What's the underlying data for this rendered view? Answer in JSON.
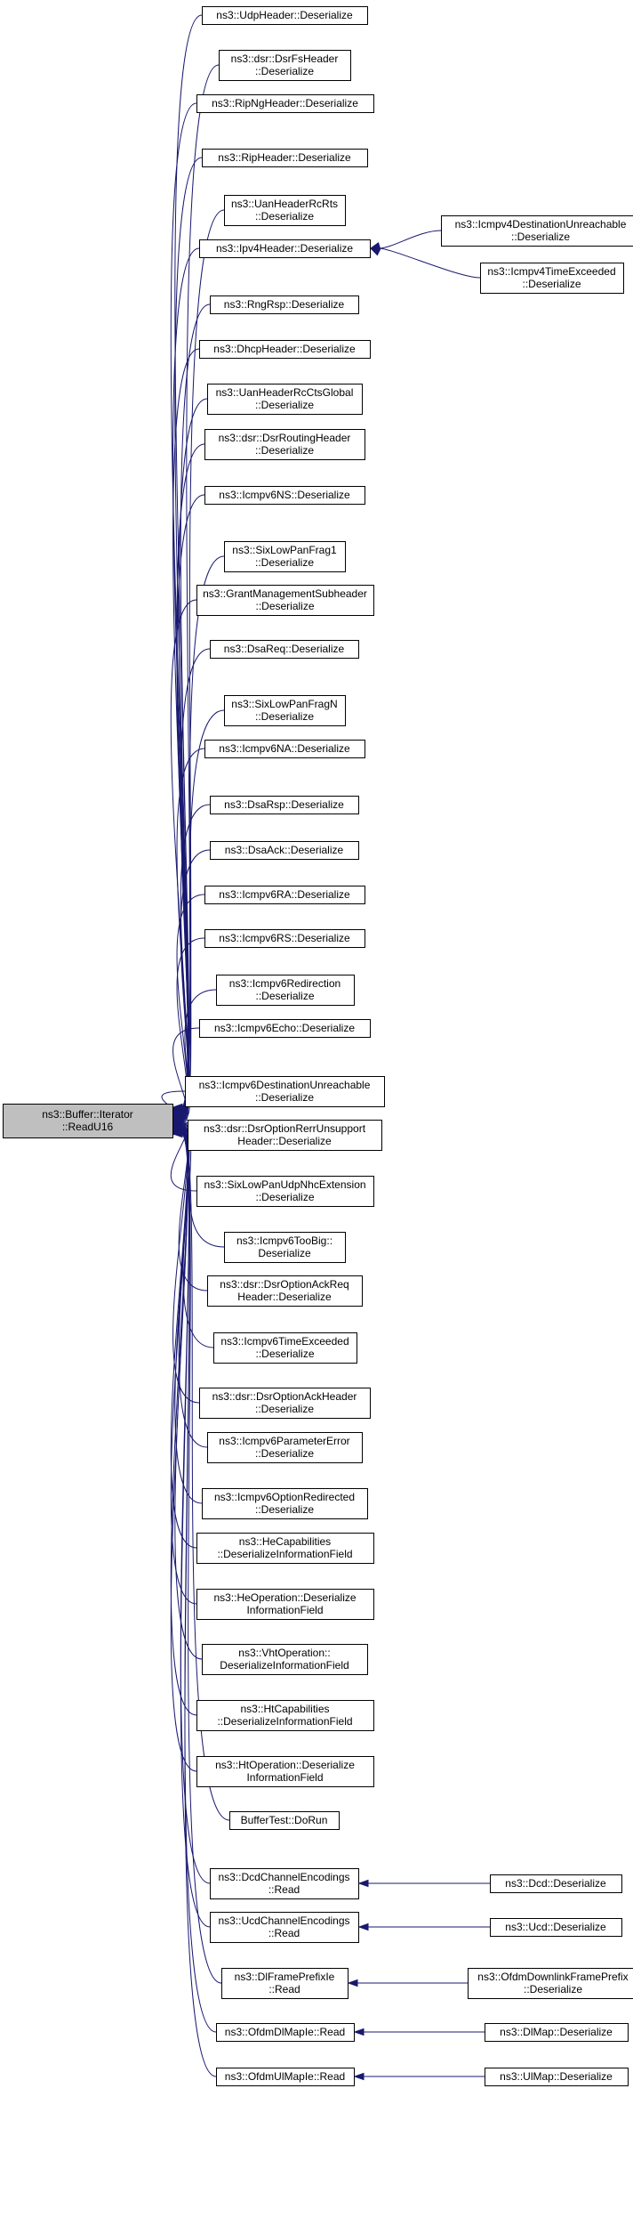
{
  "graph": {
    "root": {
      "id": "root",
      "lines": [
        "ns3::Buffer::Iterator",
        "::ReadU16"
      ]
    },
    "callers": [
      {
        "id": "n01",
        "lines": [
          "ns3::UdpHeader::Deserialize"
        ]
      },
      {
        "id": "n02",
        "lines": [
          "ns3::dsr::DsrFsHeader",
          "::Deserialize"
        ]
      },
      {
        "id": "n03",
        "lines": [
          "ns3::RipNgHeader::Deserialize"
        ]
      },
      {
        "id": "n04",
        "lines": [
          "ns3::RipHeader::Deserialize"
        ]
      },
      {
        "id": "n05",
        "lines": [
          "ns3::UanHeaderRcRts",
          "::Deserialize"
        ]
      },
      {
        "id": "n06",
        "lines": [
          "ns3::Ipv4Header::Deserialize"
        ]
      },
      {
        "id": "n07",
        "lines": [
          "ns3::RngRsp::Deserialize"
        ]
      },
      {
        "id": "n08",
        "lines": [
          "ns3::DhcpHeader::Deserialize"
        ]
      },
      {
        "id": "n09",
        "lines": [
          "ns3::UanHeaderRcCtsGlobal",
          "::Deserialize"
        ]
      },
      {
        "id": "n10",
        "lines": [
          "ns3::dsr::DsrRoutingHeader",
          "::Deserialize"
        ]
      },
      {
        "id": "n11",
        "lines": [
          "ns3::Icmpv6NS::Deserialize"
        ]
      },
      {
        "id": "n12",
        "lines": [
          "ns3::SixLowPanFrag1",
          "::Deserialize"
        ]
      },
      {
        "id": "n13",
        "lines": [
          "ns3::GrantManagementSubheader",
          "::Deserialize"
        ]
      },
      {
        "id": "n14",
        "lines": [
          "ns3::DsaReq::Deserialize"
        ]
      },
      {
        "id": "n15",
        "lines": [
          "ns3::SixLowPanFragN",
          "::Deserialize"
        ]
      },
      {
        "id": "n16",
        "lines": [
          "ns3::Icmpv6NA::Deserialize"
        ]
      },
      {
        "id": "n17",
        "lines": [
          "ns3::DsaRsp::Deserialize"
        ]
      },
      {
        "id": "n18",
        "lines": [
          "ns3::DsaAck::Deserialize"
        ]
      },
      {
        "id": "n19",
        "lines": [
          "ns3::Icmpv6RA::Deserialize"
        ]
      },
      {
        "id": "n20",
        "lines": [
          "ns3::Icmpv6RS::Deserialize"
        ]
      },
      {
        "id": "n21",
        "lines": [
          "ns3::Icmpv6Redirection",
          "::Deserialize"
        ]
      },
      {
        "id": "n22",
        "lines": [
          "ns3::Icmpv6Echo::Deserialize"
        ]
      },
      {
        "id": "n23",
        "lines": [
          "ns3::Icmpv6DestinationUnreachable",
          "::Deserialize"
        ]
      },
      {
        "id": "n24",
        "lines": [
          "ns3::dsr::DsrOptionRerrUnsupport",
          "Header::Deserialize"
        ]
      },
      {
        "id": "n25",
        "lines": [
          "ns3::SixLowPanUdpNhcExtension",
          "::Deserialize"
        ]
      },
      {
        "id": "n26",
        "lines": [
          "ns3::Icmpv6TooBig::",
          "Deserialize"
        ]
      },
      {
        "id": "n27",
        "lines": [
          "ns3::dsr::DsrOptionAckReq",
          "Header::Deserialize"
        ]
      },
      {
        "id": "n28",
        "lines": [
          "ns3::Icmpv6TimeExceeded",
          "::Deserialize"
        ]
      },
      {
        "id": "n29",
        "lines": [
          "ns3::dsr::DsrOptionAckHeader",
          "::Deserialize"
        ]
      },
      {
        "id": "n30",
        "lines": [
          "ns3::Icmpv6ParameterError",
          "::Deserialize"
        ]
      },
      {
        "id": "n31",
        "lines": [
          "ns3::Icmpv6OptionRedirected",
          "::Deserialize"
        ]
      },
      {
        "id": "n32",
        "lines": [
          "ns3::HeCapabilities",
          "::DeserializeInformationField"
        ]
      },
      {
        "id": "n33",
        "lines": [
          "ns3::HeOperation::Deserialize",
          "InformationField"
        ]
      },
      {
        "id": "n34",
        "lines": [
          "ns3::VhtOperation::",
          "DeserializeInformationField"
        ]
      },
      {
        "id": "n35",
        "lines": [
          "ns3::HtCapabilities",
          "::DeserializeInformationField"
        ]
      },
      {
        "id": "n36",
        "lines": [
          "ns3::HtOperation::Deserialize",
          "InformationField"
        ]
      },
      {
        "id": "n37",
        "lines": [
          "BufferTest::DoRun"
        ]
      },
      {
        "id": "n38",
        "lines": [
          "ns3::DcdChannelEncodings",
          "::Read"
        ]
      },
      {
        "id": "n39",
        "lines": [
          "ns3::UcdChannelEncodings",
          "::Read"
        ]
      },
      {
        "id": "n40",
        "lines": [
          "ns3::DlFramePrefixIe",
          "::Read"
        ]
      },
      {
        "id": "n41",
        "lines": [
          "ns3::OfdmDlMapIe::Read"
        ]
      },
      {
        "id": "n42",
        "lines": [
          "ns3::OfdmUlMapIe::Read"
        ]
      }
    ],
    "secondary": [
      {
        "id": "s1",
        "parent": "n06",
        "lines": [
          "ns3::Icmpv4DestinationUnreachable",
          "::Deserialize"
        ]
      },
      {
        "id": "s2",
        "parent": "n06",
        "lines": [
          "ns3::Icmpv4TimeExceeded",
          "::Deserialize"
        ]
      },
      {
        "id": "s3",
        "parent": "n38",
        "lines": [
          "ns3::Dcd::Deserialize"
        ]
      },
      {
        "id": "s4",
        "parent": "n39",
        "lines": [
          "ns3::Ucd::Deserialize"
        ]
      },
      {
        "id": "s5",
        "parent": "n40",
        "lines": [
          "ns3::OfdmDownlinkFramePrefix",
          "::Deserialize"
        ]
      },
      {
        "id": "s6",
        "parent": "n41",
        "lines": [
          "ns3::DlMap::Deserialize"
        ]
      },
      {
        "id": "s7",
        "parent": "n42",
        "lines": [
          "ns3::UlMap::Deserialize"
        ]
      }
    ]
  }
}
